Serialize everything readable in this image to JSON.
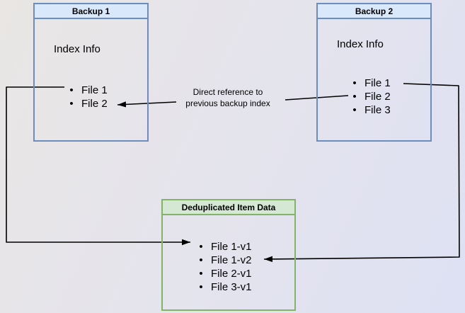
{
  "diagram": {
    "bullet_glyph": "•",
    "backup1": {
      "title": "Backup 1",
      "subtitle": "Index Info",
      "files": [
        "File 1",
        "File 2"
      ]
    },
    "backup2": {
      "title": "Backup 2",
      "subtitle": "Index Info",
      "files": [
        "File 1",
        "File 2",
        "File 3"
      ]
    },
    "dedup": {
      "title": "Deduplicated Item Data",
      "items": [
        "File 1-v1",
        "File 1-v2",
        "File 2-v1",
        "File 3-v1"
      ]
    },
    "annotation": {
      "line1": "Direct reference to",
      "line2": "previous backup index"
    },
    "colors": {
      "blue_box_fill": "#dae8fc",
      "blue_box_border": "#6c8ebf",
      "green_box_fill": "#d5e8d4",
      "green_box_border": "#82b366",
      "arrow": "#000000",
      "background_start": "#e9e6e4",
      "background_end": "#dee1f4"
    }
  }
}
